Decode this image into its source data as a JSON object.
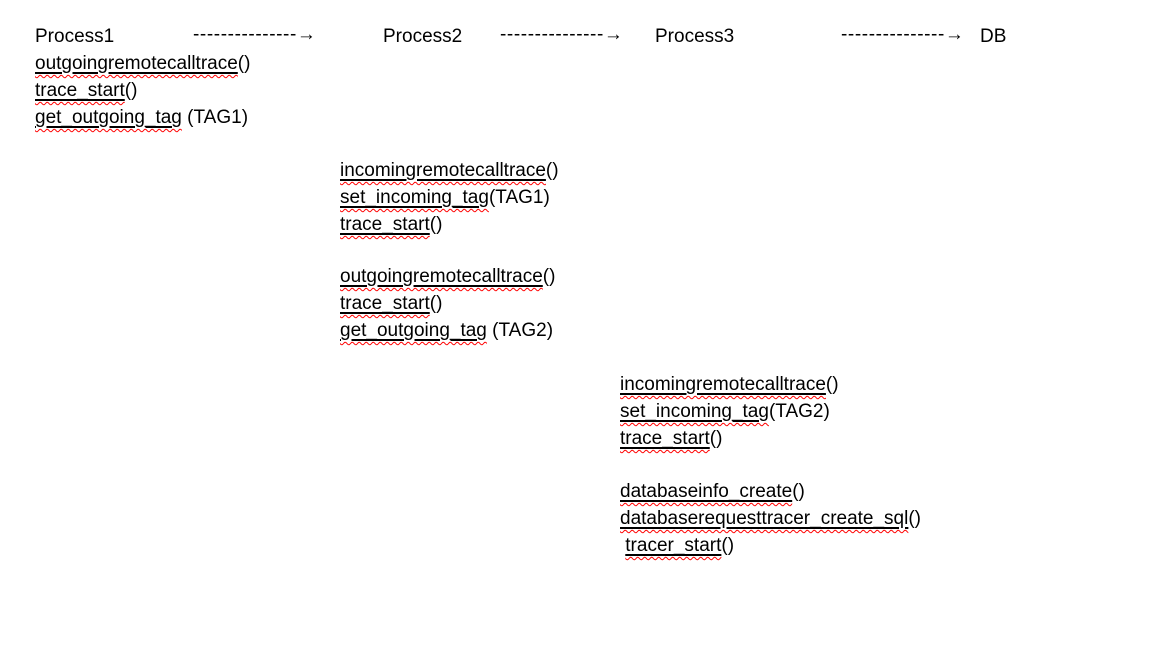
{
  "canvas": {
    "background": "#ffffff",
    "text_color": "#000000",
    "underline_color": "#000000",
    "spellcheck_squiggle_color": "#ff0000"
  },
  "header": {
    "process1": "Process1",
    "process2": "Process2",
    "process3": "Process3",
    "db": "DB",
    "arrows": [
      {
        "dashes": "---------------",
        "head": "→"
      },
      {
        "dashes": "---------------",
        "head": "→"
      },
      {
        "dashes": "---------------",
        "head": "→"
      }
    ]
  },
  "blocks": [
    {
      "process": "Process1",
      "lines": [
        {
          "prefix": "",
          "name": "outgoingremotecalltrace",
          "suffix": "()"
        },
        {
          "prefix": "",
          "name": "trace_start",
          "suffix": "()"
        },
        {
          "prefix": "",
          "name": "get_outgoing_tag",
          "suffix": " (TAG1)"
        }
      ]
    },
    {
      "process": "Process2",
      "lines": [
        {
          "prefix": "",
          "name": "incomingremotecalltrace",
          "suffix": "()"
        },
        {
          "prefix": "",
          "name": "set_incoming_tag",
          "suffix": "(TAG1)"
        },
        {
          "prefix": "",
          "name": "trace_start",
          "suffix": "()"
        }
      ]
    },
    {
      "process": "Process2",
      "lines": [
        {
          "prefix": "",
          "name": "outgoingremotecalltrace",
          "suffix": "()"
        },
        {
          "prefix": "",
          "name": "trace_start",
          "suffix": "()"
        },
        {
          "prefix": "",
          "name": "get_outgoing_tag",
          "suffix": " (TAG2)"
        }
      ]
    },
    {
      "process": "Process3",
      "lines": [
        {
          "prefix": "",
          "name": "incomingremotecalltrace",
          "suffix": "()"
        },
        {
          "prefix": "",
          "name": "set_incoming_tag",
          "suffix": "(TAG2)"
        },
        {
          "prefix": "",
          "name": "trace_start",
          "suffix": "()"
        }
      ]
    },
    {
      "process": "Process3",
      "lines": [
        {
          "prefix": "",
          "name": "databaseinfo_create",
          "suffix": "()"
        },
        {
          "prefix": "",
          "name": "databaserequesttracer_create_sql",
          "suffix": "()"
        },
        {
          "prefix": " ",
          "name": "tracer_start",
          "suffix": "()"
        }
      ]
    }
  ]
}
